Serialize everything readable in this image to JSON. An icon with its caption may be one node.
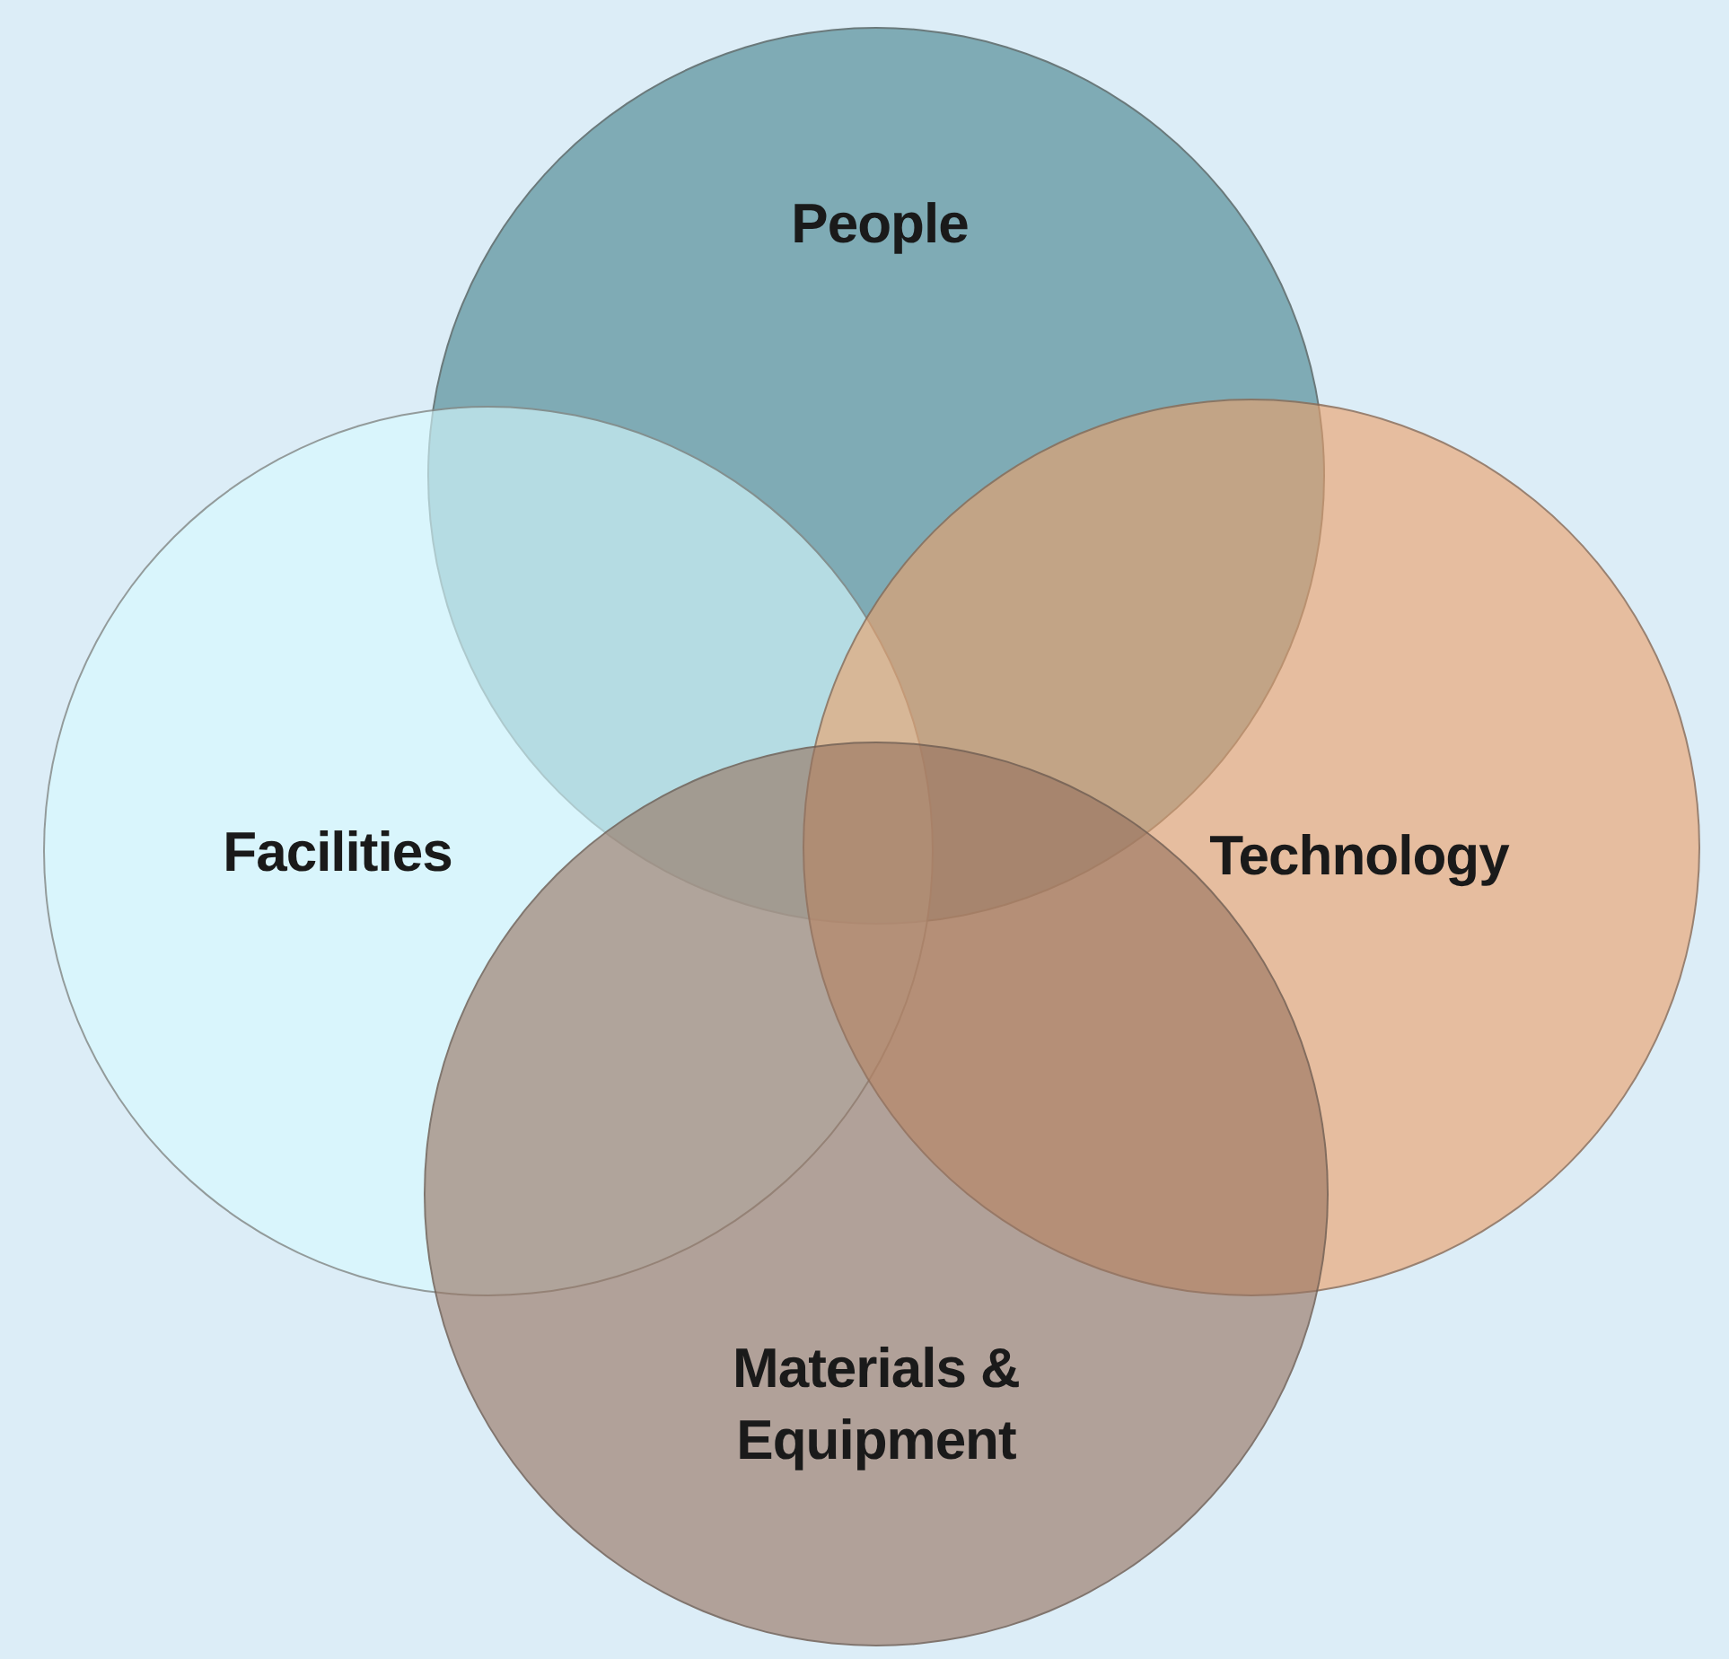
{
  "diagram": {
    "nodes": [
      {
        "text": [
          "People"
        ]
      },
      {
        "text": [
          "Facilities"
        ]
      },
      {
        "text": [
          "Technology"
        ]
      },
      {
        "text": [
          "Materials & Equipment"
        ]
      }
    ]
  }
}
